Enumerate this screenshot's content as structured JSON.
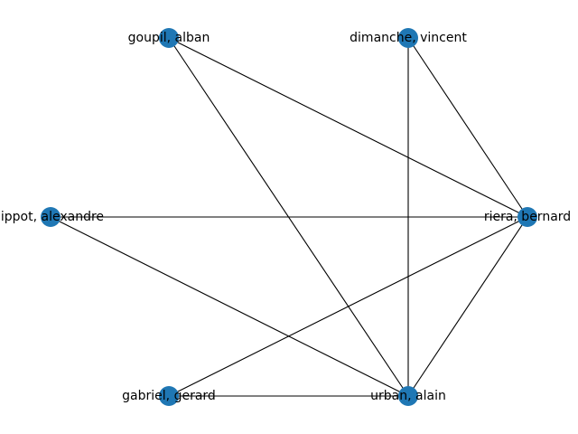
{
  "graph": {
    "node_color": "#1f77b4",
    "edge_color": "#000000",
    "nodes": [
      {
        "id": "goupil",
        "label": "goupil, alban"
      },
      {
        "id": "dimanche",
        "label": "dimanche, vincent"
      },
      {
        "id": "lippot",
        "label": "lippot, alexandre"
      },
      {
        "id": "riera",
        "label": "riera, bernard"
      },
      {
        "id": "gabriel",
        "label": "gabriel, gerard"
      },
      {
        "id": "urban",
        "label": "urban, alain"
      }
    ],
    "edges": [
      [
        "goupil",
        "riera"
      ],
      [
        "goupil",
        "urban"
      ],
      [
        "dimanche",
        "riera"
      ],
      [
        "dimanche",
        "urban"
      ],
      [
        "lippot",
        "riera"
      ],
      [
        "lippot",
        "urban"
      ],
      [
        "riera",
        "gabriel"
      ],
      [
        "riera",
        "urban"
      ],
      [
        "gabriel",
        "urban"
      ]
    ]
  }
}
